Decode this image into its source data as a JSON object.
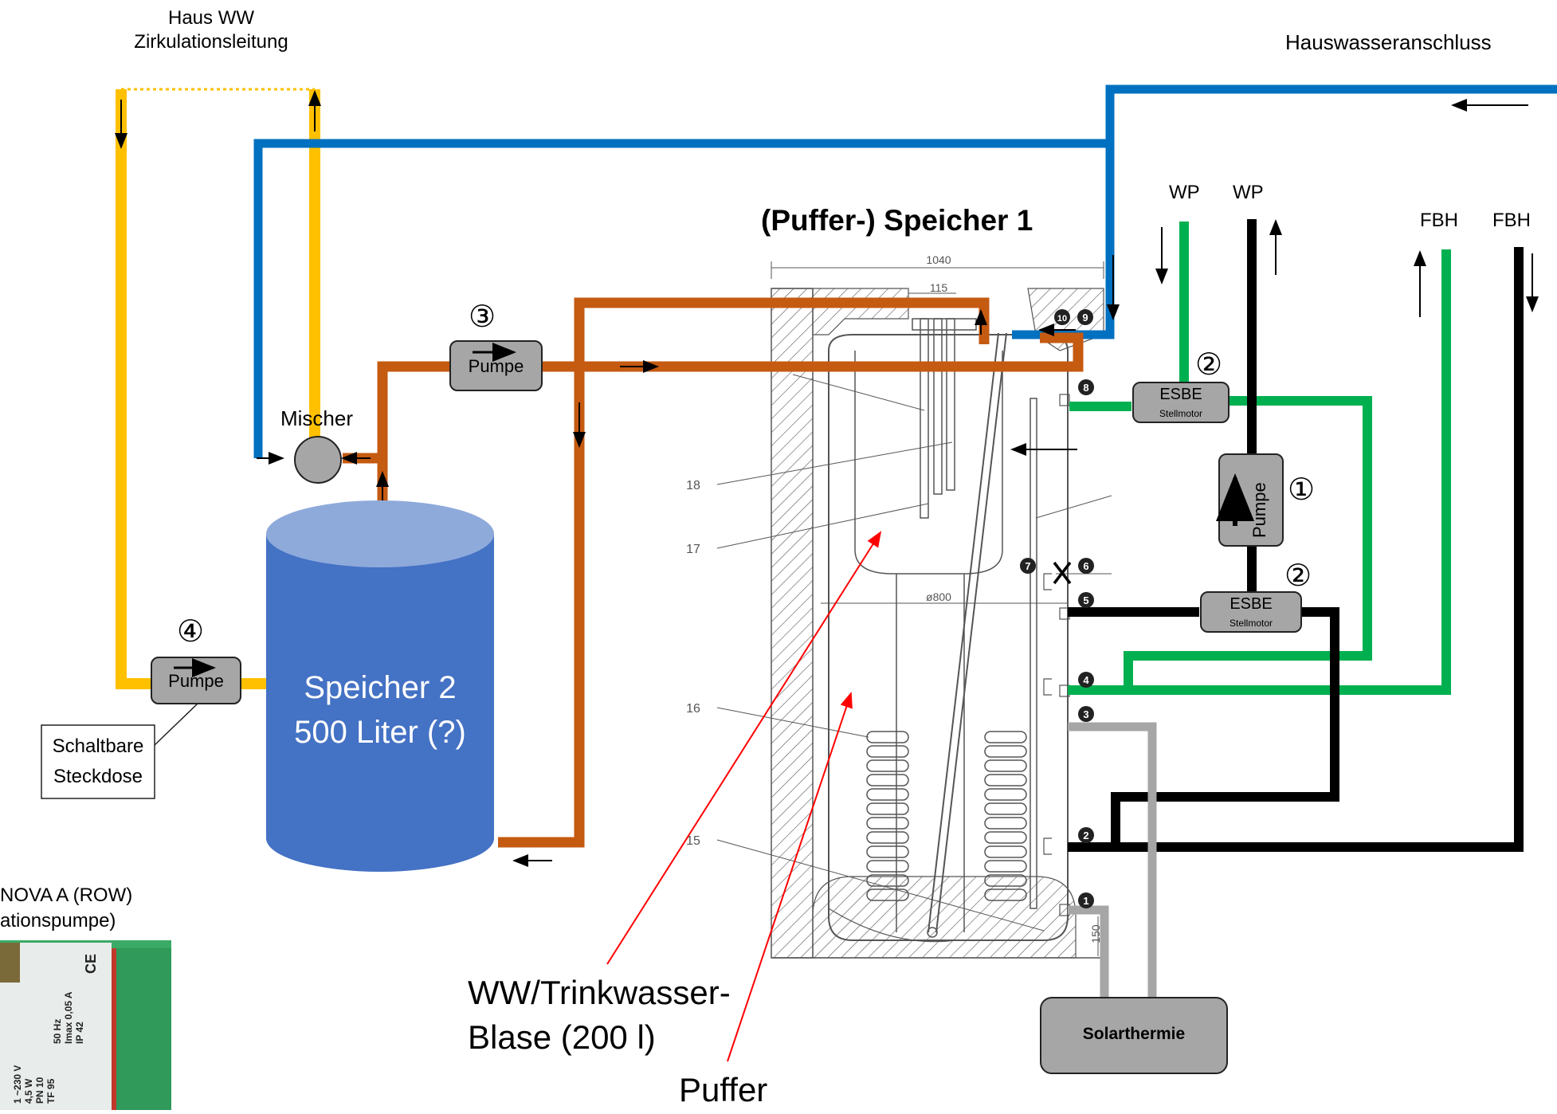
{
  "labels": {
    "haus_ww": "Haus WW",
    "zirkulationsleitung": "Zirkulationsleitung",
    "hauswasseranschluss": "Hauswasseranschluss",
    "speicher1_title": "(Puffer-) Speicher 1",
    "mischer": "Mischer",
    "wp_down": "WP",
    "wp_up": "WP",
    "fbh_up": "FBH",
    "fbh_down": "FBH",
    "speicher2_line1": "Speicher 2",
    "speicher2_line2": "500 Liter (?)",
    "schaltbare_line1": "Schaltbare",
    "schaltbare_line2": "Steckdose",
    "nova_line1": "NOVA A (ROW)",
    "nova_line2": "ationspumpe)",
    "ww_blase_line1": "WW/Trinkwasser-",
    "ww_blase_line2": "Blase (200 l)",
    "puffer": "Puffer",
    "solarthermie": "Solarthermie"
  },
  "pumps": [
    {
      "number": "③",
      "label": "Pumpe"
    },
    {
      "number": "④",
      "label": "Pumpe"
    },
    {
      "number": "①",
      "label": "Pumpe"
    }
  ],
  "valves": [
    {
      "number": "②",
      "name": "ESBE",
      "sub": "Stellmotor"
    },
    {
      "number": "②",
      "name": "ESBE",
      "sub": "Stellmotor"
    }
  ],
  "drawing": {
    "dim_width": "1040",
    "dim_inner": "115",
    "dim_diameter": "ø800",
    "dim_height": "150",
    "part_numbers": [
      "18",
      "17",
      "16",
      "15"
    ],
    "connection_numbers": [
      "1",
      "2",
      "3",
      "4",
      "5",
      "6",
      "7",
      "8",
      "9",
      "10"
    ]
  },
  "nameplate": {
    "text_lines": [
      "1 ~230 V",
      "4,5 W",
      "PN 10",
      "TF 95",
      "50 Hz",
      "Imax 0,05 A",
      "IP 42"
    ],
    "ce_mark": "CE"
  },
  "colors": {
    "cold_water": "#0070c0",
    "hot_water_circ": "#ffc000",
    "hot_water": "#c55a11",
    "heat_pump": "#00b050",
    "black_loop": "#000000",
    "solar": "#a6a6a6",
    "speicher2": "#4472c4",
    "pump_body": "#a6a6a6",
    "annotation_arrow": "#ff0000"
  }
}
